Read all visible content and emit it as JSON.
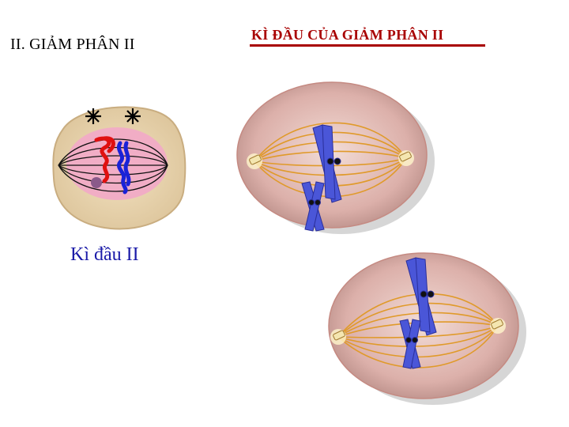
{
  "header": {
    "left_title": "II. GIẢM PHÂN II",
    "right_title": "KÌ ĐẦU CỦA GIẢM PHÂN II"
  },
  "left_figure": {
    "caption": "Kì đầu II"
  },
  "colors": {
    "right_title": "#a80000",
    "caption": "#1a1aa8",
    "cell_tan": "#e8d3ac",
    "nucleus_pink": "#f2a8c8",
    "chromatid_red": "#e01010",
    "chromatid_blue": "#1a22d8",
    "cell_mauve": "#d8a4a0",
    "spindle_orange": "#e09a2a",
    "chromosome_blue": "#4a56d8"
  },
  "icons": [
    "centriole-star-icon",
    "centriole-icon"
  ]
}
